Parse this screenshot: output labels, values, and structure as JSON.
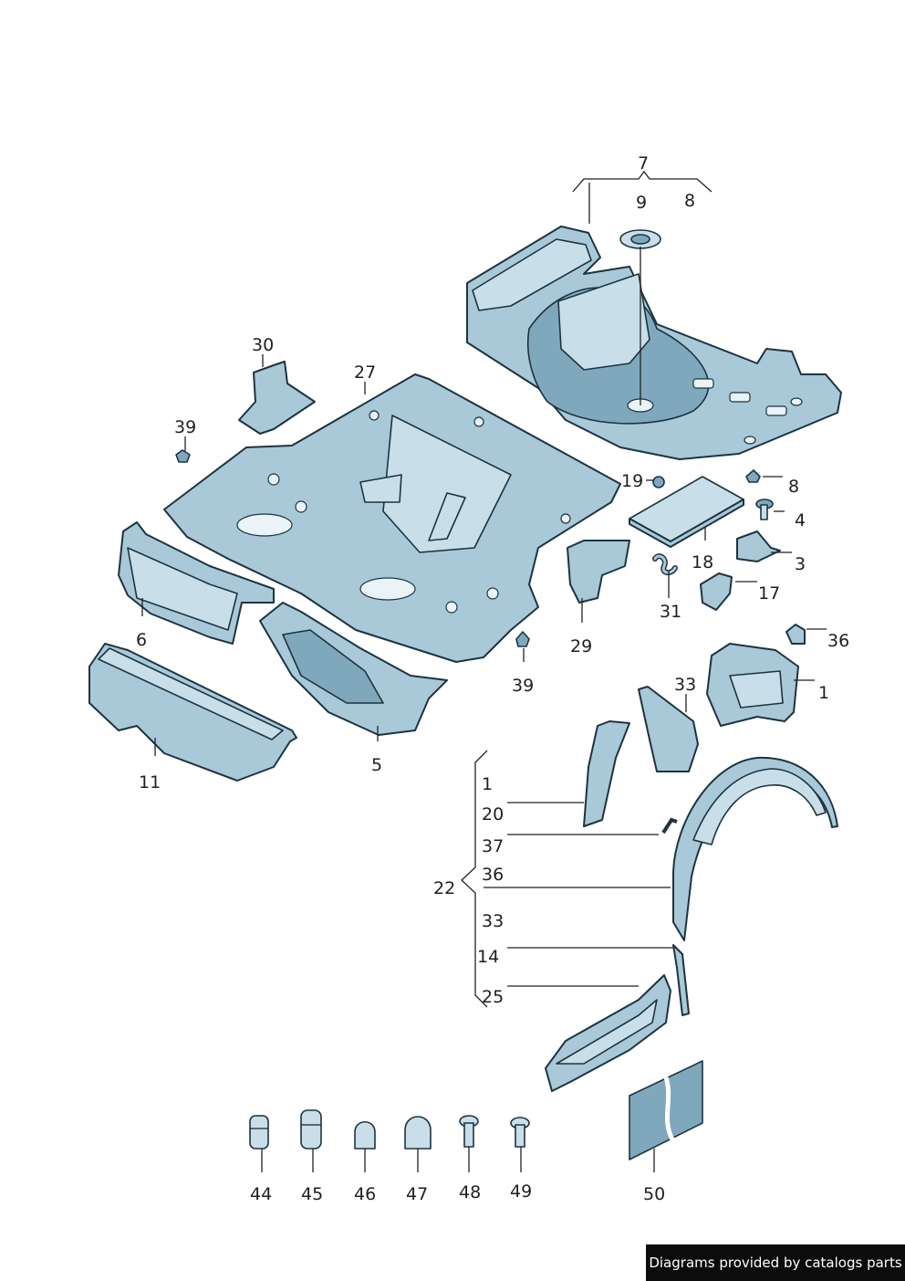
{
  "callouts": {
    "c7": "7",
    "c8_top": "8",
    "c9": "9",
    "c30": "30",
    "c27": "27",
    "c39_left": "39",
    "c19": "19",
    "c8_right": "8",
    "c4": "4",
    "c18": "18",
    "c3": "3",
    "c31": "31",
    "c17": "17",
    "c29": "29",
    "c36_right": "36",
    "c6": "6",
    "c39_bottom": "39",
    "c33_top": "33",
    "c1_right": "1",
    "c11": "11",
    "c5": "5",
    "c22": "22",
    "c1_group": "1",
    "c20": "20",
    "c37": "37",
    "c36_group": "36",
    "c33_group": "33",
    "c14": "14",
    "c25": "25",
    "c44": "44",
    "c45": "45",
    "c46": "46",
    "c47": "47",
    "c48": "48",
    "c49": "49",
    "c50": "50"
  },
  "footer": {
    "credit": "Diagrams provided by catalogs parts"
  },
  "colors": {
    "part_fill": "#a9c9d8",
    "outline": "#1d3340",
    "footer_bg": "#0c0c0c"
  }
}
